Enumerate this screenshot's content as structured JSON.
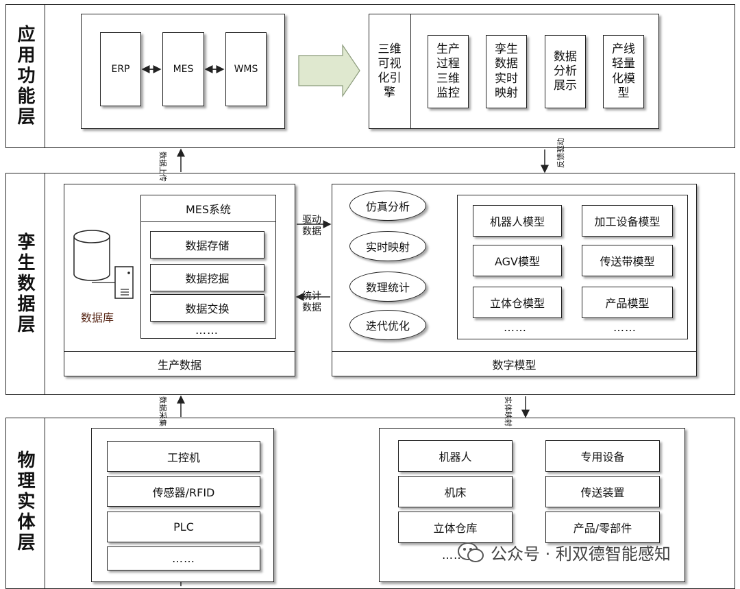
{
  "layers": {
    "app": {
      "label": "应用功能层",
      "left_systems": [
        "ERP",
        "MES",
        "WMS"
      ],
      "engine": "三维可视化引擎",
      "modules": [
        "生产过程三维监控",
        "孪生数据实时映射",
        "数据分析展示",
        "产线轻量化模型"
      ]
    },
    "twin": {
      "label": "孪生数据层",
      "db_label": "数据库",
      "mes_title": "MES系统",
      "mes_items": [
        "数据存储",
        "数据挖掘",
        "数据交换"
      ],
      "mes_more": "……",
      "prod_data_label": "生产数据",
      "drive_label": "驱动数据",
      "stat_label": "统计数据",
      "ovals": [
        "仿真分析",
        "实时映射",
        "数理统计",
        "迭代优化"
      ],
      "models": [
        "机器人模型",
        "加工设备模型",
        "AGV模型",
        "传送带模型",
        "立体仓模型",
        "产品模型"
      ],
      "models_more": "……",
      "digital_model_label": "数字模型"
    },
    "physical": {
      "label": "物理实体层",
      "left_items": [
        "工控机",
        "传感器/RFID",
        "PLC",
        "……"
      ],
      "right_items": [
        "机器人",
        "专用设备",
        "机床",
        "传送装置",
        "立体仓库",
        "产品/零部件"
      ],
      "right_more": "……"
    }
  },
  "connectors": {
    "data_up": "数据上传",
    "feedback": "反馈驱动",
    "data_collect": "数据采集",
    "entity_map": "实体映射"
  },
  "watermark": "公众号 · 利双德智能感知",
  "colors": {
    "arrow_fill": "#dfe8cf",
    "border": "#222222"
  }
}
